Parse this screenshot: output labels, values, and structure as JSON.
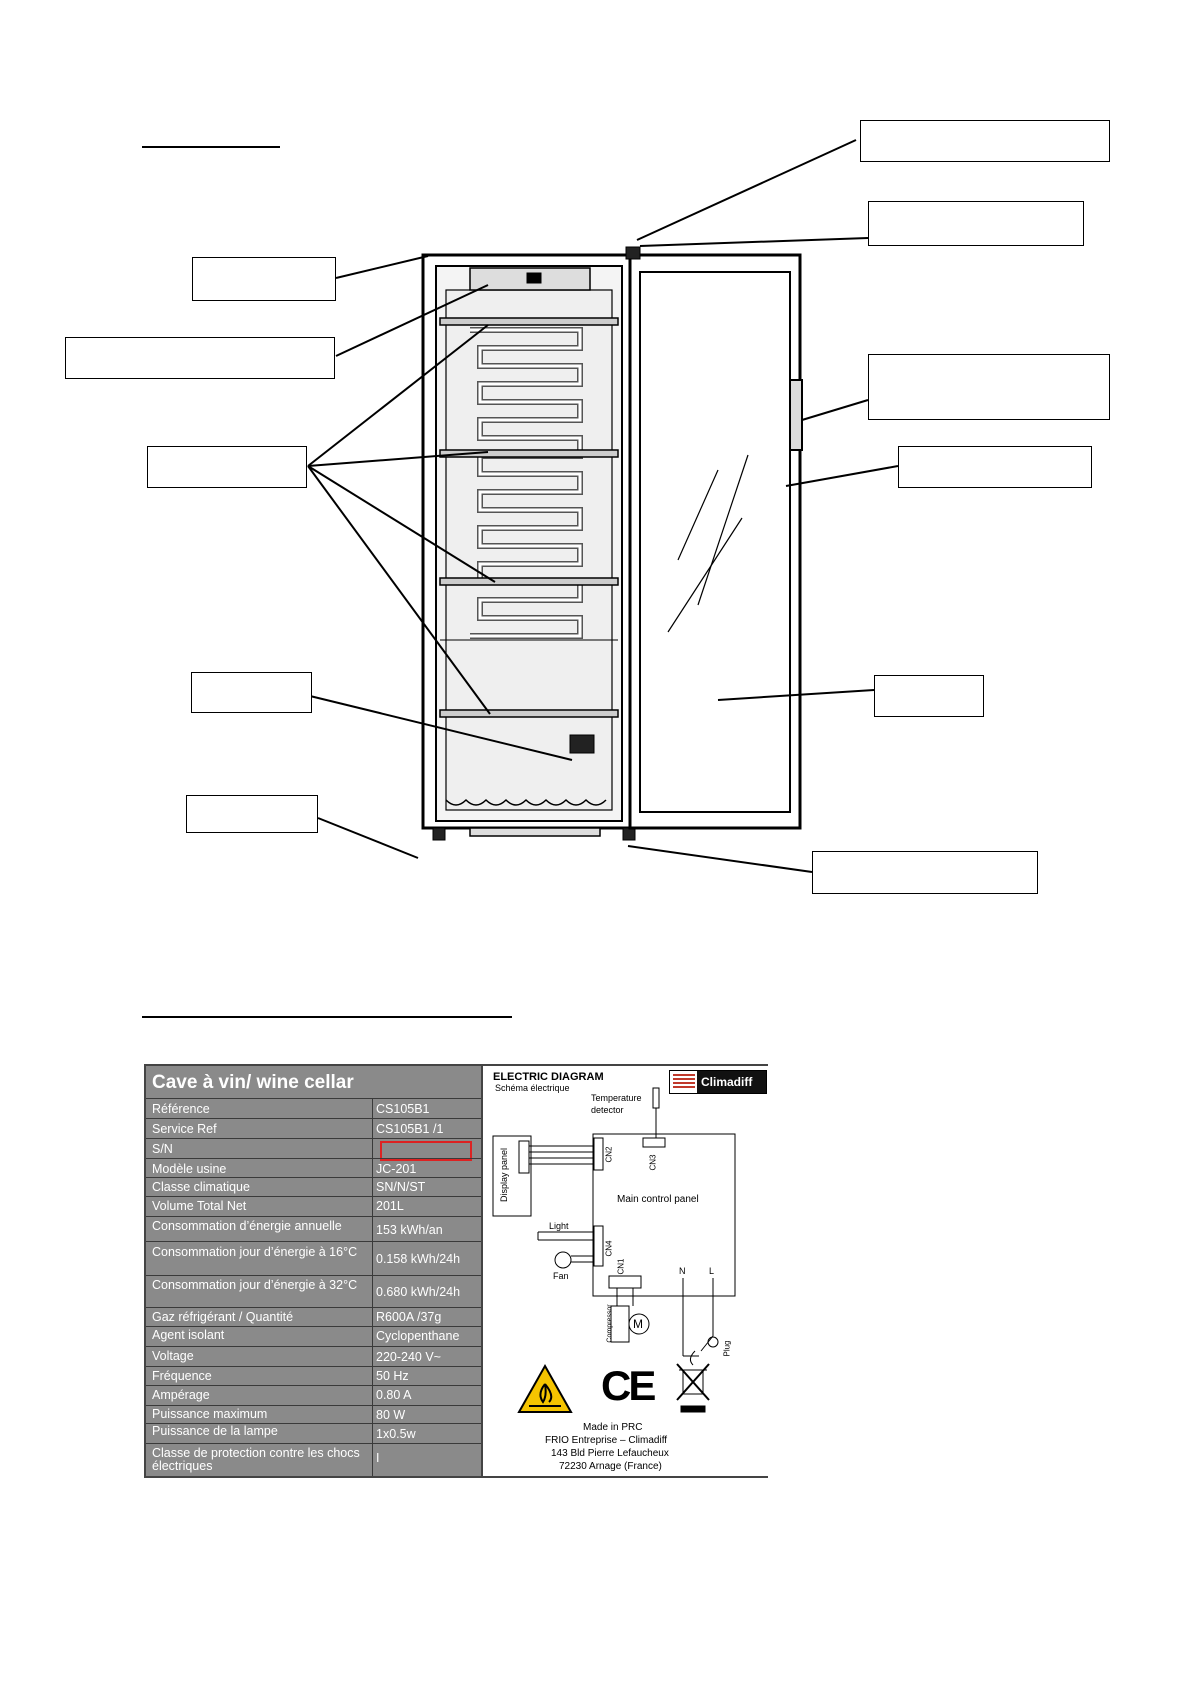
{
  "label": {
    "title": "Cave à vin/ wine cellar",
    "rows": [
      {
        "name": "Référence",
        "value": "CS105B1"
      },
      {
        "name": "Service Ref",
        "value": "CS105B1 /1"
      },
      {
        "name": "S/N",
        "value": ""
      },
      {
        "name": "Modèle usine",
        "value": "JC-201"
      },
      {
        "name": "Classe climatique",
        "value": "SN/N/ST"
      },
      {
        "name": "Volume Total Net",
        "value": "201L"
      },
      {
        "name": "Consommation d’énergie annuelle",
        "value": "153 kWh/an"
      },
      {
        "name": "Consommation jour d’énergie à 16°C",
        "value": "0.158 kWh/24h"
      },
      {
        "name": "Consommation jour d’énergie à 32°C",
        "value": "0.680 kWh/24h"
      },
      {
        "name": "Gaz réfrigérant / Quantité",
        "value": "R600A /37g"
      },
      {
        "name": "Agent isolant",
        "value": "Cyclopenthane"
      },
      {
        "name": "Voltage",
        "value": "220-240 V~"
      },
      {
        "name": "Fréquence",
        "value": "50 Hz"
      },
      {
        "name": "Ampérage",
        "value": "0.80 A"
      },
      {
        "name": "Puissance maximum",
        "value": "80 W"
      },
      {
        "name": "Puissance de la lampe",
        "value": "1x0.5w"
      },
      {
        "name": "Classe de protection contre les chocs électriques",
        "value": "I"
      }
    ]
  },
  "electric": {
    "title": "ELECTRIC DIAGRAM",
    "subtitle": "Schéma électrique",
    "brand": "Climadiff",
    "temperature_detector": "Temperature detector",
    "display_panel": "Display panel",
    "main_control_panel": "Main control panel",
    "light": "Light",
    "fan": "Fan",
    "compressor": "Compressor",
    "plug": "Plug",
    "cn1": "CN1",
    "cn2": "CN2",
    "cn3": "CN3",
    "cn4": "CN4",
    "n": "N",
    "l": "L",
    "motor": "M",
    "ce_mark": "CE",
    "made_in": "Made in PRC",
    "company": "FRIO Entreprise – Climadiff",
    "address1": "143 Bld Pierre Lefaucheux",
    "address2": "72230 Arnage (France)"
  },
  "colors": {
    "panel_gray": "#8a8a8a",
    "sn_highlight": "#dd2222",
    "brand_red": "#c0392b",
    "warning_yellow": "#f5c400"
  }
}
